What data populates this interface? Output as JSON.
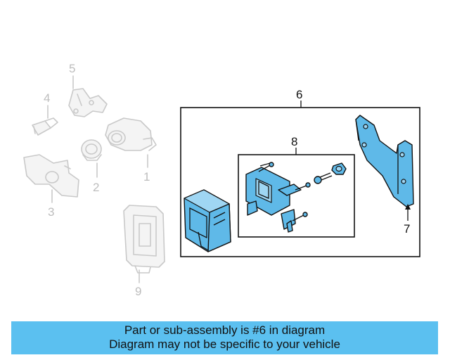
{
  "callouts": {
    "c1": "1",
    "c2": "2",
    "c3": "3",
    "c4": "4",
    "c5": "5",
    "c6": "6",
    "c7": "7",
    "c8": "8",
    "c9": "9"
  },
  "banner": {
    "line1": "Part or sub-assembly is #6 in diagram",
    "line2": "Diagram may not be specific to your vehicle"
  },
  "colors": {
    "highlight": "#5fb9e8",
    "banner": "#5bc0f0",
    "ghost": "#c9c9c9"
  }
}
